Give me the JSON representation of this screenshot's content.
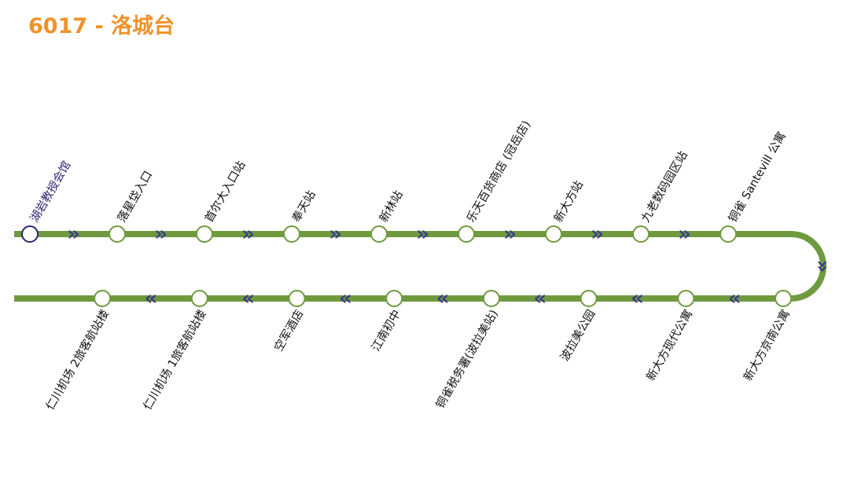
{
  "route": {
    "number": "6017",
    "separator": " - ",
    "name": "洛城台",
    "title": "6017 - 洛城台"
  },
  "colors": {
    "title": "#f0922b",
    "line": "#6f9a3e",
    "stop_fill": "#ffffff",
    "current_stop": "#2e2472",
    "arrow": "#3d3f86",
    "stop_label": "#111111",
    "current_label": "#2e2472"
  },
  "direction_glyphs": {
    "forward": "»",
    "backward": "«",
    "down": "»"
  },
  "stops_outbound": [
    {
      "name": "湖岩教授会馆",
      "current": true
    },
    {
      "name": "落星垈入口"
    },
    {
      "name": "首尔大入口站"
    },
    {
      "name": "奉天站"
    },
    {
      "name": "新林站"
    },
    {
      "name": "乐天百货商店 (冠岳店)"
    },
    {
      "name": "新大方站"
    },
    {
      "name": "九老数码园区站"
    },
    {
      "name": "铜雀 Santevill 公寓"
    }
  ],
  "stops_return": [
    {
      "name": "新大方京南公寓"
    },
    {
      "name": "新大方现代公寓"
    },
    {
      "name": "波拉美公园"
    },
    {
      "name": "铜雀税务署(波拉美站)"
    },
    {
      "name": "江南初中"
    },
    {
      "name": "空军酒店"
    },
    {
      "name": "仁川机场 1旅客航站楼"
    },
    {
      "name": "仁川机场 2旅客航站楼"
    }
  ]
}
